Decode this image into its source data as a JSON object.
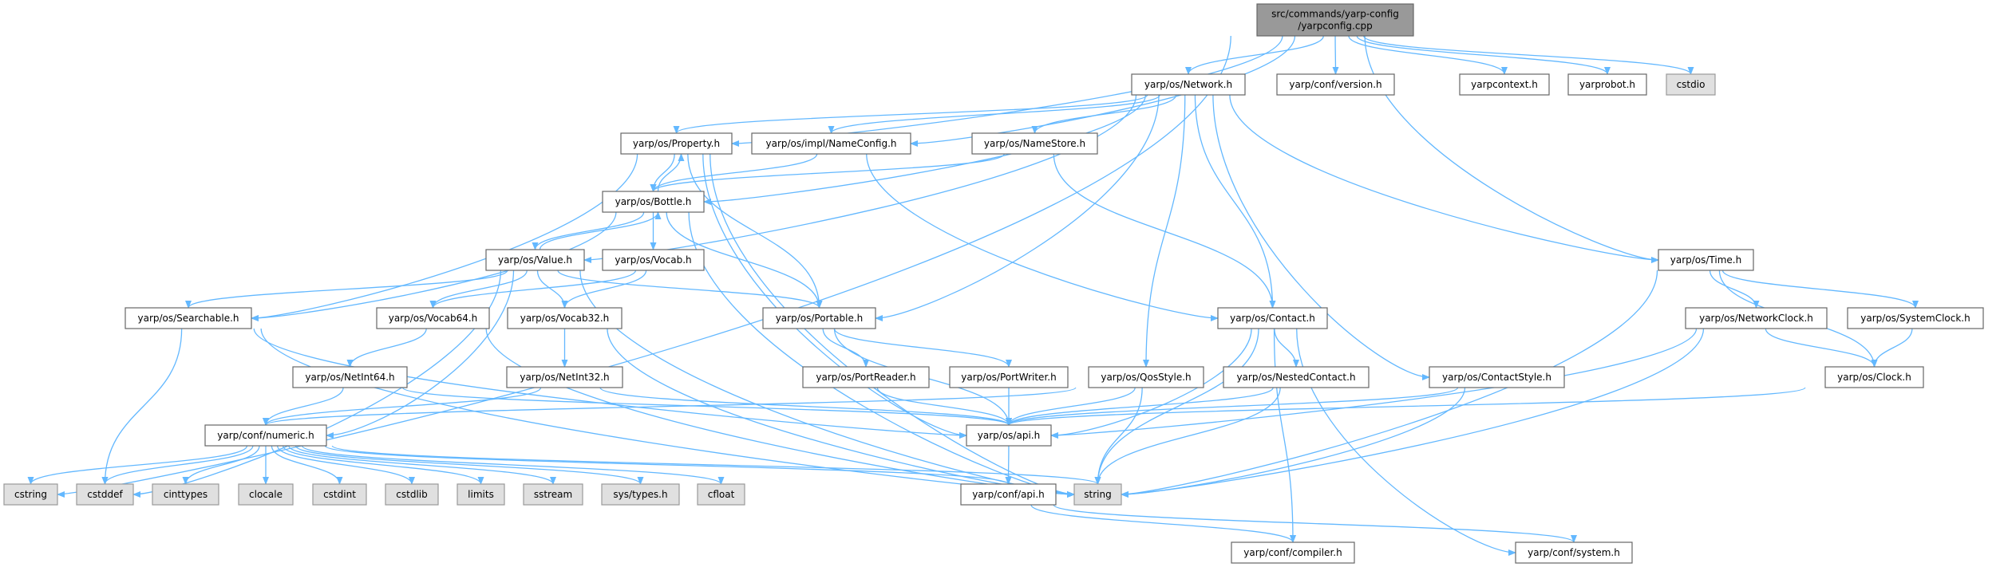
{
  "title": "src/commands/yarp-config/yarpconfig.cpp include dependency graph",
  "colors": {
    "edge": "#63b8ff",
    "root_fill": "#999999",
    "system_fill": "#e0e0e0",
    "node_fill": "#ffffff",
    "node_border": "#666666"
  },
  "nodes": {
    "main": {
      "lines": [
        "src/commands/yarp-config",
        "/yarpconfig.cpp"
      ],
      "kind": "root"
    },
    "network": {
      "label": "yarp/os/Network.h",
      "kind": "project"
    },
    "version": {
      "label": "yarp/conf/version.h",
      "kind": "project"
    },
    "yarpcontext": {
      "label": "yarpcontext.h",
      "kind": "project"
    },
    "yarprobot": {
      "label": "yarprobot.h",
      "kind": "project"
    },
    "cstdio": {
      "label": "cstdio",
      "kind": "system"
    },
    "property": {
      "label": "yarp/os/Property.h",
      "kind": "project"
    },
    "nameconfig": {
      "label": "yarp/os/impl/NameConfig.h",
      "kind": "project"
    },
    "namestore": {
      "label": "yarp/os/NameStore.h",
      "kind": "project"
    },
    "bottle": {
      "label": "yarp/os/Bottle.h",
      "kind": "project"
    },
    "value": {
      "label": "yarp/os/Value.h",
      "kind": "project"
    },
    "vocab": {
      "label": "yarp/os/Vocab.h",
      "kind": "project"
    },
    "time": {
      "label": "yarp/os/Time.h",
      "kind": "project"
    },
    "searchable": {
      "label": "yarp/os/Searchable.h",
      "kind": "project"
    },
    "vocab64": {
      "label": "yarp/os/Vocab64.h",
      "kind": "project"
    },
    "vocab32": {
      "label": "yarp/os/Vocab32.h",
      "kind": "project"
    },
    "portable": {
      "label": "yarp/os/Portable.h",
      "kind": "project"
    },
    "contact": {
      "label": "yarp/os/Contact.h",
      "kind": "project"
    },
    "networkclock": {
      "label": "yarp/os/NetworkClock.h",
      "kind": "project"
    },
    "systemclock": {
      "label": "yarp/os/SystemClock.h",
      "kind": "project"
    },
    "netint64": {
      "label": "yarp/os/NetInt64.h",
      "kind": "project"
    },
    "netint32": {
      "label": "yarp/os/NetInt32.h",
      "kind": "project"
    },
    "portreader": {
      "label": "yarp/os/PortReader.h",
      "kind": "project"
    },
    "portwriter": {
      "label": "yarp/os/PortWriter.h",
      "kind": "project"
    },
    "qosstyle": {
      "label": "yarp/os/QosStyle.h",
      "kind": "project"
    },
    "nestedcontact": {
      "label": "yarp/os/NestedContact.h",
      "kind": "project"
    },
    "contactstyle": {
      "label": "yarp/os/ContactStyle.h",
      "kind": "project"
    },
    "clock": {
      "label": "yarp/os/Clock.h",
      "kind": "project"
    },
    "numeric": {
      "label": "yarp/conf/numeric.h",
      "kind": "project"
    },
    "osapi": {
      "label": "yarp/os/api.h",
      "kind": "project"
    },
    "cstring": {
      "label": "cstring",
      "kind": "system"
    },
    "cstddef": {
      "label": "cstddef",
      "kind": "system"
    },
    "cinttypes": {
      "label": "cinttypes",
      "kind": "system"
    },
    "clocale": {
      "label": "clocale",
      "kind": "system"
    },
    "cstdint": {
      "label": "cstdint",
      "kind": "system"
    },
    "cstdlib": {
      "label": "cstdlib",
      "kind": "system"
    },
    "limits": {
      "label": "limits",
      "kind": "system"
    },
    "sstream": {
      "label": "sstream",
      "kind": "system"
    },
    "systypes": {
      "label": "sys/types.h",
      "kind": "system"
    },
    "cfloat": {
      "label": "cfloat",
      "kind": "system"
    },
    "confapi": {
      "label": "yarp/conf/api.h",
      "kind": "project"
    },
    "string": {
      "label": "string",
      "kind": "system"
    },
    "compiler": {
      "label": "yarp/conf/compiler.h",
      "kind": "project"
    },
    "system": {
      "label": "yarp/conf/system.h",
      "kind": "project"
    }
  },
  "edges": [
    [
      "main",
      "cstring"
    ],
    [
      "main",
      "property"
    ],
    [
      "main",
      "nameconfig"
    ],
    [
      "main",
      "network"
    ],
    [
      "main",
      "version"
    ],
    [
      "main",
      "time"
    ],
    [
      "main",
      "yarpcontext"
    ],
    [
      "main",
      "yarprobot"
    ],
    [
      "main",
      "cstdio"
    ],
    [
      "network",
      "property"
    ],
    [
      "network",
      "nameconfig"
    ],
    [
      "network",
      "namestore"
    ],
    [
      "network",
      "value"
    ],
    [
      "network",
      "portable"
    ],
    [
      "network",
      "contact"
    ],
    [
      "network",
      "qosstyle"
    ],
    [
      "network",
      "contactstyle"
    ],
    [
      "network",
      "time"
    ],
    [
      "network",
      "bottle"
    ],
    [
      "property",
      "bottle"
    ],
    [
      "property",
      "searchable"
    ],
    [
      "property",
      "portable"
    ],
    [
      "property",
      "string"
    ],
    [
      "property",
      "osapi"
    ],
    [
      "nameconfig",
      "bottle"
    ],
    [
      "nameconfig",
      "contact"
    ],
    [
      "namestore",
      "bottle"
    ],
    [
      "namestore",
      "contact"
    ],
    [
      "bottle",
      "property"
    ],
    [
      "bottle",
      "value"
    ],
    [
      "bottle",
      "vocab"
    ],
    [
      "bottle",
      "portable"
    ],
    [
      "bottle",
      "searchable"
    ],
    [
      "bottle",
      "string"
    ],
    [
      "value",
      "bottle"
    ],
    [
      "value",
      "searchable"
    ],
    [
      "value",
      "vocab64"
    ],
    [
      "value",
      "vocab32"
    ],
    [
      "value",
      "portable"
    ],
    [
      "value",
      "numeric"
    ],
    [
      "value",
      "cstddef"
    ],
    [
      "value",
      "string"
    ],
    [
      "vocab",
      "vocab64"
    ],
    [
      "vocab",
      "vocab32"
    ],
    [
      "searchable",
      "cstddef"
    ],
    [
      "searchable",
      "osapi"
    ],
    [
      "searchable",
      "string"
    ],
    [
      "vocab64",
      "netint64"
    ],
    [
      "vocab64",
      "string"
    ],
    [
      "vocab32",
      "netint32"
    ],
    [
      "vocab32",
      "string"
    ],
    [
      "portable",
      "portreader"
    ],
    [
      "portable",
      "portwriter"
    ],
    [
      "portable",
      "osapi"
    ],
    [
      "netint64",
      "numeric"
    ],
    [
      "netint64",
      "osapi"
    ],
    [
      "netint32",
      "numeric"
    ],
    [
      "netint32",
      "osapi"
    ],
    [
      "portreader",
      "osapi"
    ],
    [
      "portwriter",
      "osapi"
    ],
    [
      "qosstyle",
      "osapi"
    ],
    [
      "qosstyle",
      "string"
    ],
    [
      "qosstyle",
      "numeric"
    ],
    [
      "contact",
      "nestedcontact"
    ],
    [
      "contact",
      "string"
    ],
    [
      "contact",
      "compiler"
    ],
    [
      "contact",
      "system"
    ],
    [
      "contact",
      "osapi"
    ],
    [
      "nestedcontact",
      "osapi"
    ],
    [
      "nestedcontact",
      "string"
    ],
    [
      "contactstyle",
      "osapi"
    ],
    [
      "contactstyle",
      "string"
    ],
    [
      "time",
      "networkclock"
    ],
    [
      "time",
      "systemclock"
    ],
    [
      "time",
      "clock"
    ],
    [
      "time",
      "string"
    ],
    [
      "networkclock",
      "clock"
    ],
    [
      "networkclock",
      "osapi"
    ],
    [
      "networkclock",
      "string"
    ],
    [
      "systemclock",
      "clock"
    ],
    [
      "clock",
      "osapi"
    ],
    [
      "numeric",
      "cstring"
    ],
    [
      "numeric",
      "cstddef"
    ],
    [
      "numeric",
      "cinttypes"
    ],
    [
      "numeric",
      "clocale"
    ],
    [
      "numeric",
      "cstdint"
    ],
    [
      "numeric",
      "cstdlib"
    ],
    [
      "numeric",
      "limits"
    ],
    [
      "numeric",
      "sstream"
    ],
    [
      "numeric",
      "systypes"
    ],
    [
      "numeric",
      "cfloat"
    ],
    [
      "numeric",
      "confapi"
    ],
    [
      "numeric",
      "string"
    ],
    [
      "osapi",
      "confapi"
    ],
    [
      "confapi",
      "compiler"
    ],
    [
      "confapi",
      "system"
    ]
  ]
}
